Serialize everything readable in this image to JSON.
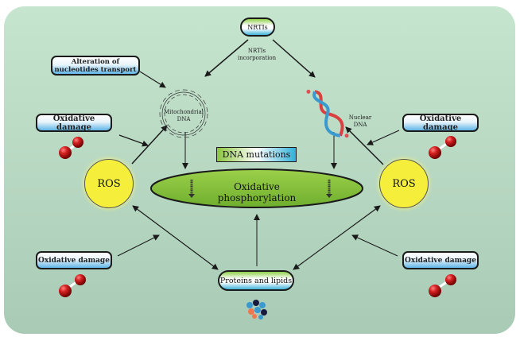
{
  "nodes": {
    "nrtis": "NRTIs",
    "nrtis_incorporation": "NRTIs incorporation",
    "alteration_line1": "Alteration of",
    "alteration_line2": "nucleotides transport",
    "mito_dna_line1": "Mitochondrial",
    "mito_dna_line2": "DNA",
    "nuclear_dna_line1": "Nuclear",
    "nuclear_dna_line2": "DNA",
    "oxidative_damage": [
      "Oxidative damage",
      "Oxidative damage",
      "Oxidative damage",
      "Oxidative damage"
    ],
    "ros_left": "ROS",
    "ros_right": "ROS",
    "dna_mutations": "DNA mutations",
    "oxidative_phosphorylation": "Oxidative phosphorylation",
    "proteins_lipids": "Proteins and lipids"
  },
  "colors": {
    "background": "#bcdcc6",
    "ros": "#f5ef3c",
    "ellipse": "#8cc63f",
    "molecule": "#d42020"
  }
}
